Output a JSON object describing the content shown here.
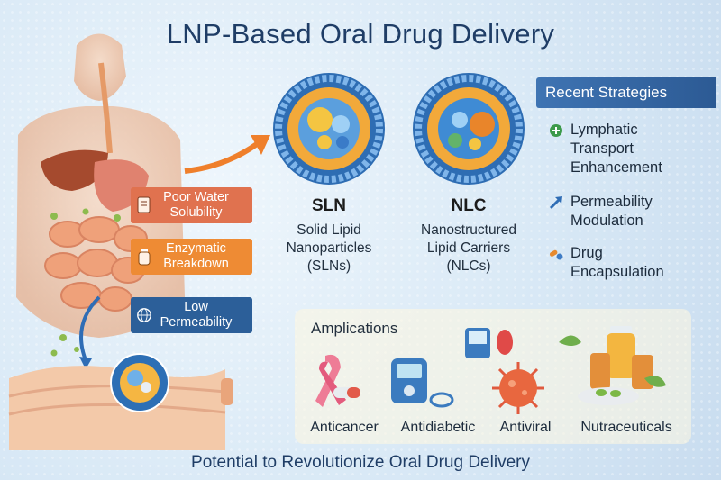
{
  "title": "LNP-Based Oral Drug Delivery",
  "footer": "Potential to Revolutionize Oral Drug Delivery",
  "challenges": [
    {
      "label": "Poor Water Solubility",
      "color": "#e0724f",
      "icon": "document-icon"
    },
    {
      "label": "Enzymatic Breakdown",
      "color": "#ee8b34",
      "icon": "bottle-icon"
    },
    {
      "label": "Low Permeability",
      "color": "#2c5f99",
      "icon": "globe-icon"
    }
  ],
  "nanoparticles": [
    {
      "abbr": "SLN",
      "full": [
        "Solid Lipid",
        "Nanoparticles",
        "(SLNs)"
      ]
    },
    {
      "abbr": "NLC",
      "full": [
        "Nanostructured",
        "Lipid Carriers",
        "(NLCs)"
      ]
    }
  ],
  "strategies": {
    "title": "Recent Strategies",
    "items": [
      {
        "lines": [
          "Lymphatic",
          "Transport",
          "Enhancement"
        ],
        "icon": "plus-circle-icon",
        "color": "#3c9a4a"
      },
      {
        "lines": [
          "Permeability",
          "Modulation"
        ],
        "icon": "arrow-up-icon",
        "color": "#2f6db5"
      },
      {
        "lines": [
          "Drug",
          "Encapsulation"
        ],
        "icon": "pills-icon",
        "color": "#e78a2f"
      }
    ]
  },
  "applications": {
    "title": "Amplications",
    "items": [
      "Anticancer",
      "Antidiabetic",
      "Antiviral",
      "Nutraceuticals"
    ]
  }
}
